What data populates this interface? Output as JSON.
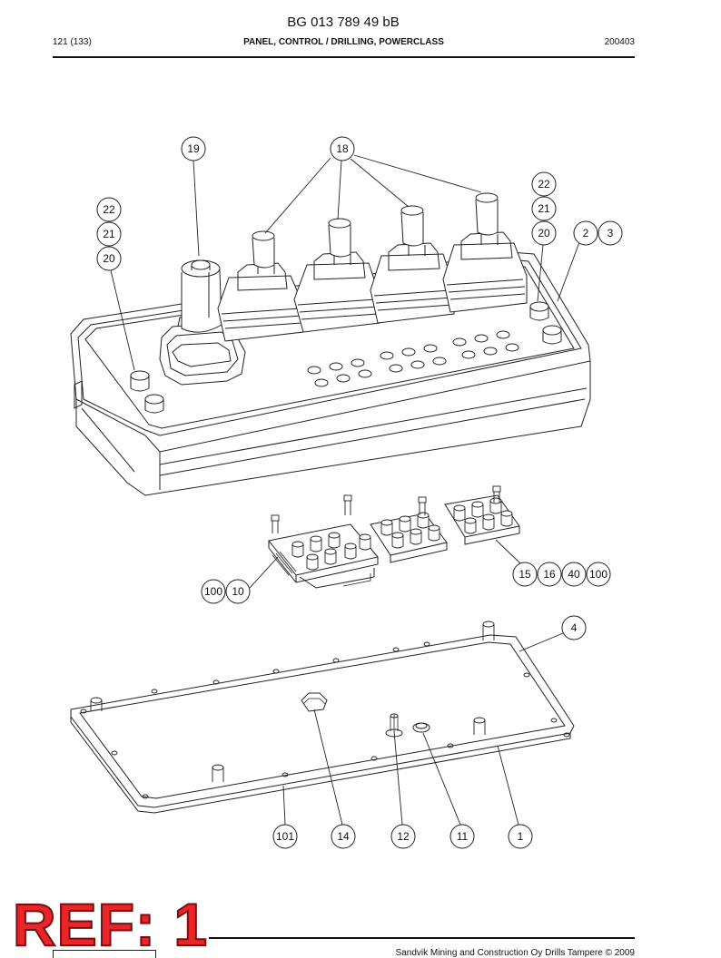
{
  "header": {
    "doc_number": "BG 013 789 49 bB",
    "page": "121 (133)",
    "title": "PANEL, CONTROL / DRILLING, POWERCLASS",
    "date_code": "200403"
  },
  "callouts": {
    "c19": "19",
    "c18": "18",
    "c22a": "22",
    "c21a": "21",
    "c20a": "20",
    "c22b": "22",
    "c21b": "21",
    "c20b": "20",
    "c2": "2",
    "c3": "3",
    "c100a": "100",
    "c10": "10",
    "c15": "15",
    "c16": "16",
    "c40": "40",
    "c100b": "100",
    "c4": "4",
    "c101": "101",
    "c14": "14",
    "c12": "12",
    "c11": "11",
    "c1": "1"
  },
  "stamp": {
    "text": "REF: 1"
  },
  "footer": {
    "copyright": "Sandvik Mining and Construction Oy Drills Tampere © 2009"
  }
}
